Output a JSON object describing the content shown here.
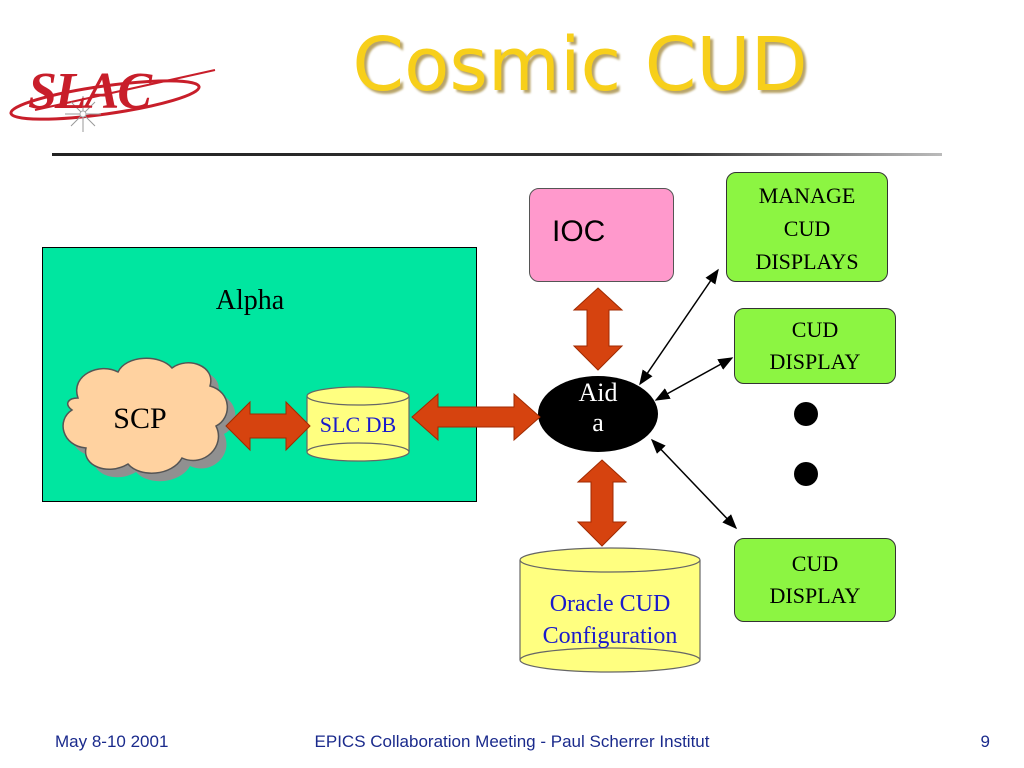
{
  "slide": {
    "title": "Cosmic CUD",
    "logo_text": "SLAC"
  },
  "diagram": {
    "alpha_label": "Alpha",
    "scp_label": "SCP",
    "slc_db_label": "SLC DB",
    "ioc_label": "IOC",
    "aida_label": "Aid\na",
    "oracle_label": "Oracle CUD\nConfiguration",
    "manage_label": "MANAGE\nCUD\nDISPLAYS",
    "display1_label": "CUD\nDISPLAY",
    "display2_label": "CUD\nDISPLAY"
  },
  "colors": {
    "title": "#f7cf1a",
    "alpha_box": "#00e6a0",
    "ioc_box": "#ff99cc",
    "display_boxes": "#8cf542",
    "database": "#ffff80",
    "arrows": "#d6430f",
    "cloud": "#ffd2a0",
    "aida": "#000000",
    "footer_text": "#1a2a8c"
  },
  "footer": {
    "date": "May 8-10 2001",
    "center": "EPICS Collaboration Meeting  -  Paul Scherrer Institut",
    "page": "9"
  }
}
